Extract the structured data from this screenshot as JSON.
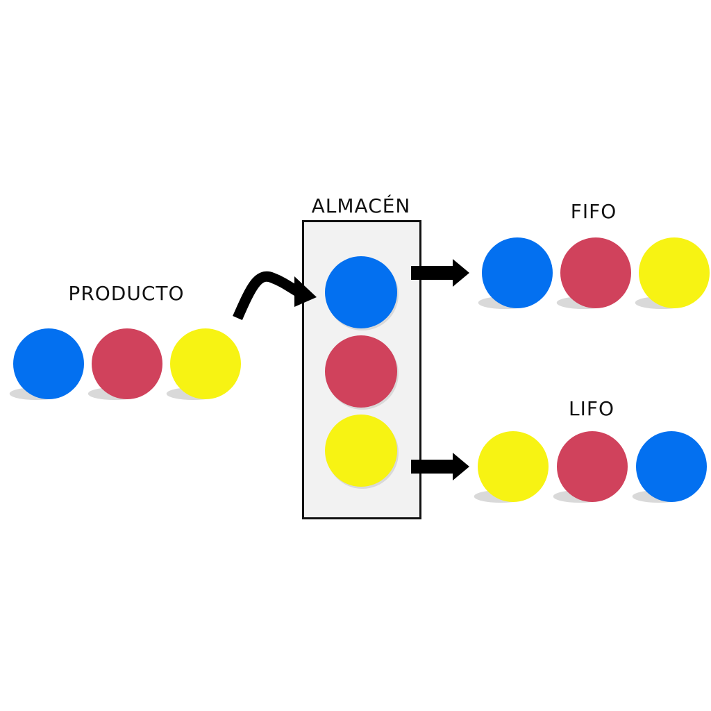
{
  "labels": {
    "producto": "PRODUCTO",
    "almacen": "ALMACÉN",
    "fifo": "FIFO",
    "lifo": "LIFO"
  },
  "colors": {
    "blue": "#0370f0",
    "red": "#d0425c",
    "yellow": "#f7f313",
    "shadow": "#d9d9d9",
    "arrow": "#000000",
    "box_fill": "#f2f2f2",
    "box_stroke": "#111111"
  },
  "groups": {
    "producto": [
      "blue",
      "red",
      "yellow"
    ],
    "almacen": [
      "blue",
      "red",
      "yellow"
    ],
    "fifo": [
      "blue",
      "red",
      "yellow"
    ],
    "lifo": [
      "yellow",
      "red",
      "blue"
    ]
  }
}
